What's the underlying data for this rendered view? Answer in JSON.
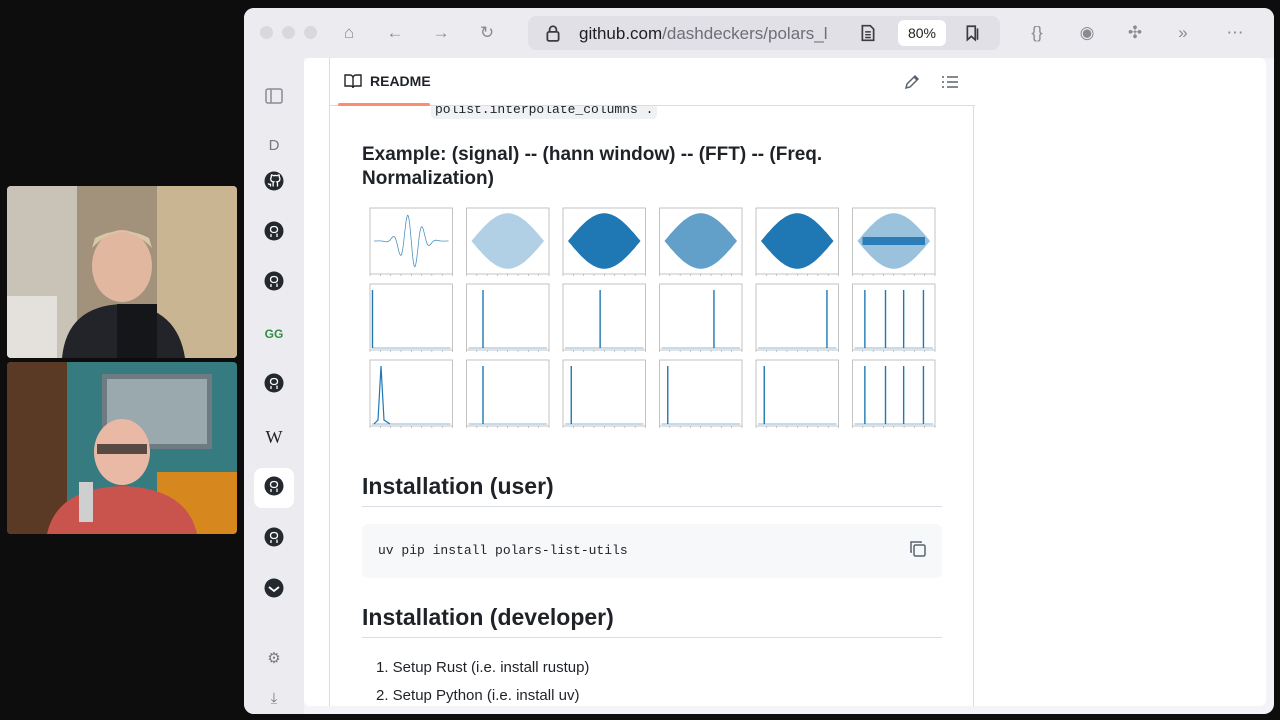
{
  "browser": {
    "url_host": "github.com",
    "url_path": "/dashdeckers/polars_l",
    "zoom": "80%"
  },
  "sidebar": {
    "items": [
      {
        "icon": "sidebar-toggle-icon",
        "label": ""
      },
      {
        "icon": "letter-d-icon",
        "label": "D"
      },
      {
        "icon": "github-icon",
        "label": ""
      },
      {
        "icon": "github-icon",
        "label": ""
      },
      {
        "icon": "github-icon",
        "label": ""
      },
      {
        "icon": "geeksforgeeks-icon",
        "label": "GG"
      },
      {
        "icon": "github-icon",
        "label": ""
      },
      {
        "icon": "wikipedia-icon",
        "label": "W"
      },
      {
        "icon": "github-icon",
        "label": ""
      },
      {
        "icon": "github-icon",
        "label": ""
      },
      {
        "icon": "circle-logo-icon",
        "label": ""
      }
    ]
  },
  "readme": {
    "tab_label": "README",
    "code_peek": "polist.interpolate_columns`.",
    "example_heading": "Example: (signal) -- (hann window) -- (FFT) -- (Freq. Normalization)",
    "install_user_heading": "Installation (user)",
    "install_user_code": "uv pip install polars-list-utils",
    "install_dev_heading": "Installation (developer)",
    "steps": [
      "1. Setup Rust (i.e. install rustup)",
      "2. Setup Python (i.e. install uv)"
    ]
  },
  "colors": {
    "plot_blue": "#1f77b4",
    "accent_orange": "#fd8c73"
  }
}
